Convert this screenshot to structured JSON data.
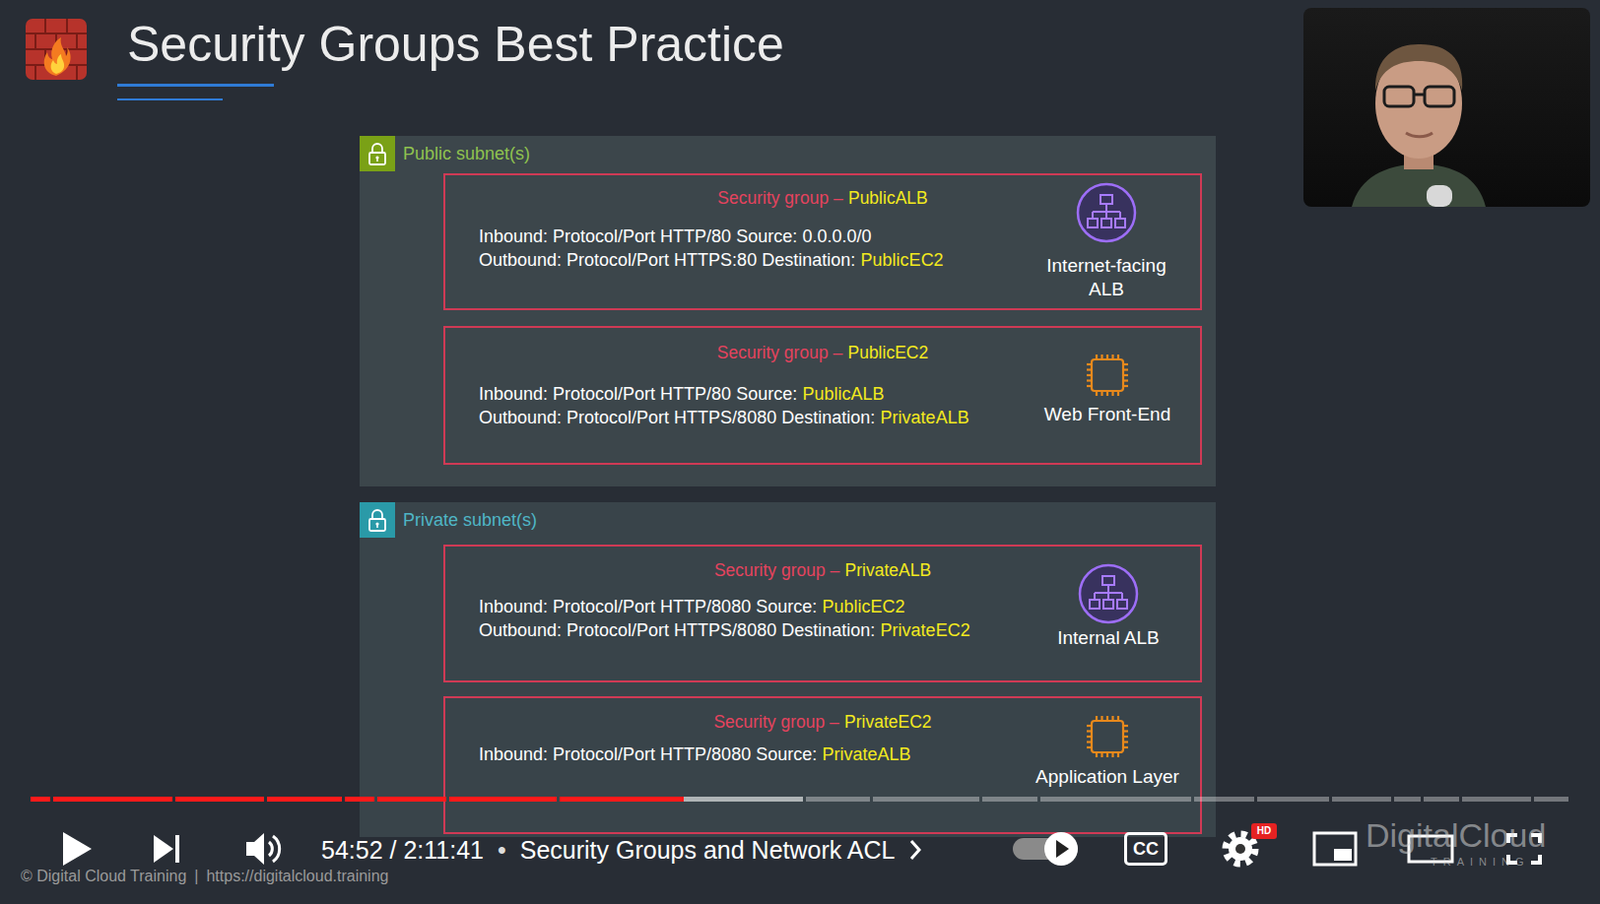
{
  "diagram": {
    "title": "Security Groups Best Practice",
    "nodes": [
      {
        "text": [
          "Public subnet(s)"
        ]
      },
      {
        "text": [
          "Security group –",
          "PublicALB",
          "Inbound: Protocol/Port HTTP/80 Source:",
          "0.0.0.0/0",
          "Outbound: Protocol/Port HTTPS:80 Destination:",
          "PublicEC2",
          "Internet-facing ALB"
        ],
        "in": 0
      },
      {
        "text": [
          "Security group –",
          "PublicEC2",
          "Inbound: Protocol/Port HTTP/80 Source:",
          "PublicALB",
          "Outbound: Protocol/Port HTTPS/8080 Destination:",
          "PrivateALB",
          "Web Front-End"
        ],
        "in": 0
      },
      {
        "text": [
          "Private subnet(s)"
        ]
      },
      {
        "text": [
          "Security group –",
          "PrivateALB",
          "Inbound: Protocol/Port HTTP/8080 Source:",
          "PublicEC2",
          "Outbound: Protocol/Port HTTPS/8080 Destination:",
          "PrivateEC2",
          "Internal ALB"
        ],
        "in": 3
      },
      {
        "text": [
          "Security group –",
          "PrivateEC2",
          "Inbound: Protocol/Port HTTP/8080 Source:",
          "PrivateALB",
          "Application Layer"
        ],
        "in": 3
      }
    ],
    "labels": [
      "54:52 / 2:11:41",
      "•",
      "Security Groups and Network ACL",
      "CC",
      "HD",
      "DigitalCloud",
      "TRAINING",
      "© Digital Cloud Training",
      "|",
      "https://digitalcloud.training"
    ]
  }
}
